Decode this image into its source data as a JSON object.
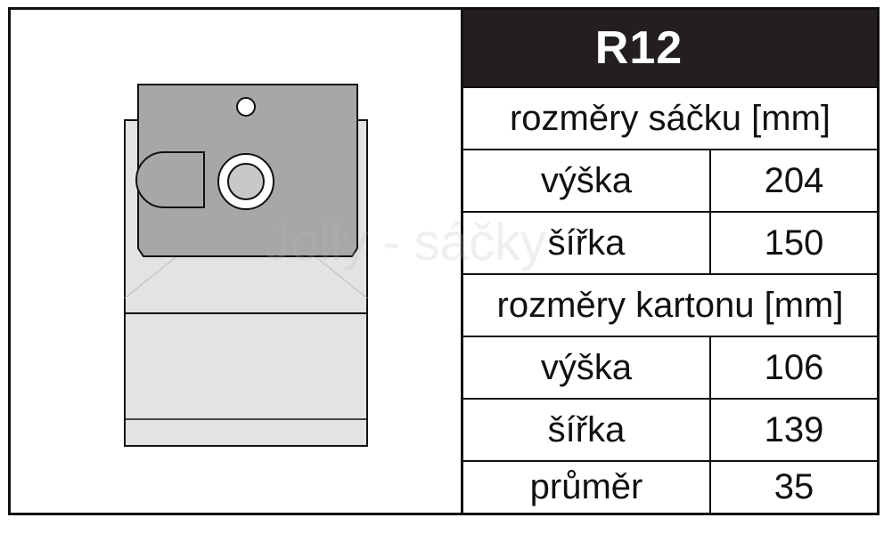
{
  "product": {
    "code": "R12",
    "watermark": "Jolly - sáčky"
  },
  "bag_dimensions": {
    "heading": "rozměry sáčku [mm]",
    "height_label": "výška",
    "height_value": "204",
    "width_label": "šířka",
    "width_value": "150"
  },
  "card_dimensions": {
    "heading": "rozměry kartonu [mm]",
    "height_label": "výška",
    "height_value": "106",
    "width_label": "šířka",
    "width_value": "139",
    "diameter_label": "průměr",
    "diameter_value": "35"
  },
  "colors": {
    "border": "#111111",
    "title_bg": "#231f20",
    "bag_fill": "#e3e3e3",
    "card_fill": "#a7a7a7",
    "ring_fill": "#c8c8c8"
  }
}
